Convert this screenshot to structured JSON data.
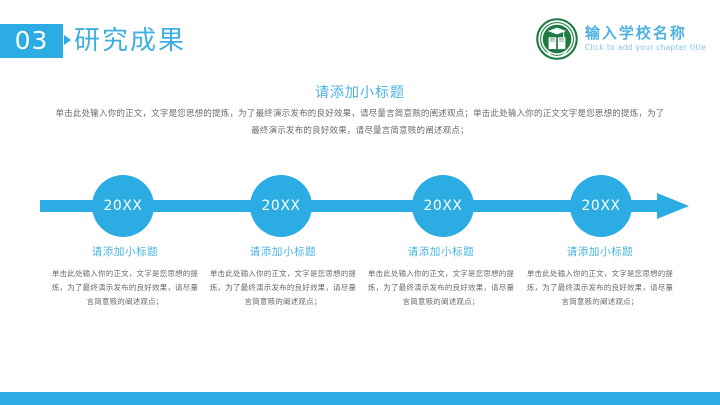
{
  "header": {
    "section_number": "03",
    "section_title": "研究成果",
    "badge_color": "#2BACE2",
    "title_color": "#3FAFE0"
  },
  "logo": {
    "emblem_name": "school-crest-icon",
    "emblem_color": "#1C7A42",
    "school_name": "输入学校名称",
    "sub_title": "Click to add your chapter title",
    "name_color": "#4FB3DE",
    "sub_color": "#7FC6E6"
  },
  "intro": {
    "heading": "请添加小标题",
    "paragraph": "单击此处输入你的正文，文字是您思想的提炼，为了最终演示发布的良好效果，请尽量言简意赅的阐述观点；单击此处输入你的正文文字是您思想的提炼，为了最终演示发布的良好效果，请尽量言简意赅的阐述观点；"
  },
  "timeline": {
    "accent_color": "#2BACE2",
    "nodes": [
      {
        "label": "20XX"
      },
      {
        "label": "20XX"
      },
      {
        "label": "20XX"
      },
      {
        "label": "20XX"
      }
    ],
    "arrow_name": "timeline-arrow-icon"
  },
  "columns": [
    {
      "heading": "请添加小标题",
      "body": "单击此处输入你的正文，文字是您思想的提炼，为了最终演示发布的良好效果，请尽量言简意赅的阐述观点；"
    },
    {
      "heading": "请添加小标题",
      "body": "单击此处输入你的正文，文字是您思想的提炼，为了最终演示发布的良好效果，请尽量言简意赅的阐述观点；"
    },
    {
      "heading": "请添加小标题",
      "body": "单击此处输入你的正文，文字是您思想的提炼，为了最终演示发布的良好效果，请尽量言简意赅的阐述观点；"
    },
    {
      "heading": "请添加小标题",
      "body": "单击此处输入你的正文，文字是您思想的提炼，为了最终演示发布的良好效果，请尽量言简意赅的阐述观点；"
    }
  ],
  "footer": {
    "bar_color": "#2BACE2"
  }
}
